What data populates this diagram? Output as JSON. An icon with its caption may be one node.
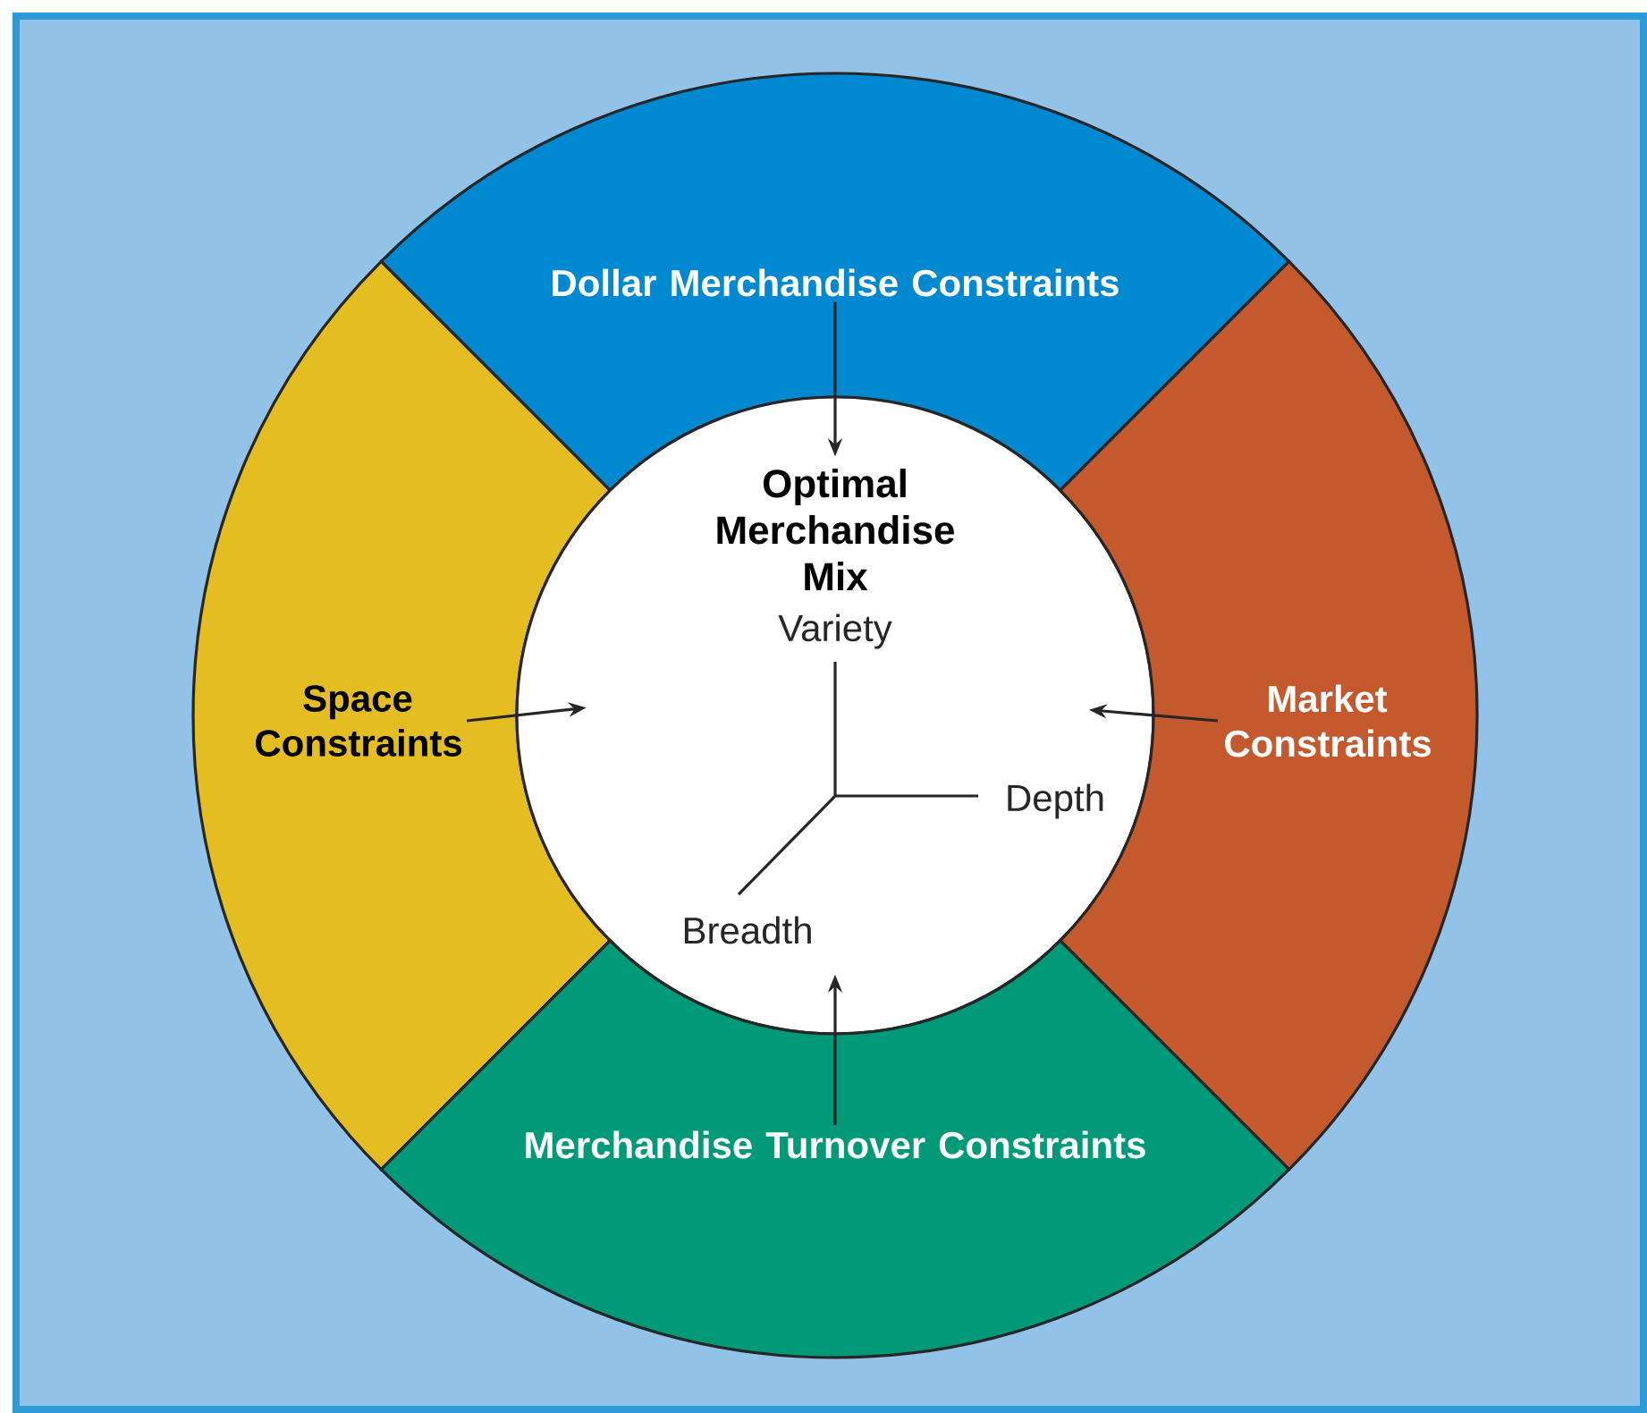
{
  "diagram": {
    "nodes": [
      {
        "text": [
          "Dollar Merchandise Constraints"
        ]
      },
      {
        "text": [
          "Space Constraints"
        ]
      },
      {
        "text": [
          "Optimal Merchandise Mix"
        ]
      },
      {
        "text": [
          "Market Constraints"
        ]
      },
      {
        "text": [
          "Merchandise Turnover Constraints"
        ]
      }
    ],
    "edges": [
      {
        "from": 0,
        "to": 2,
        "arrow": "to"
      },
      {
        "from": 1,
        "to": 2,
        "arrow": "to"
      },
      {
        "from": 3,
        "to": 2,
        "arrow": "to"
      },
      {
        "from": 4,
        "to": 2,
        "arrow": "to"
      }
    ],
    "labels": [
      "Variety",
      "Depth",
      "Breadth"
    ]
  }
}
